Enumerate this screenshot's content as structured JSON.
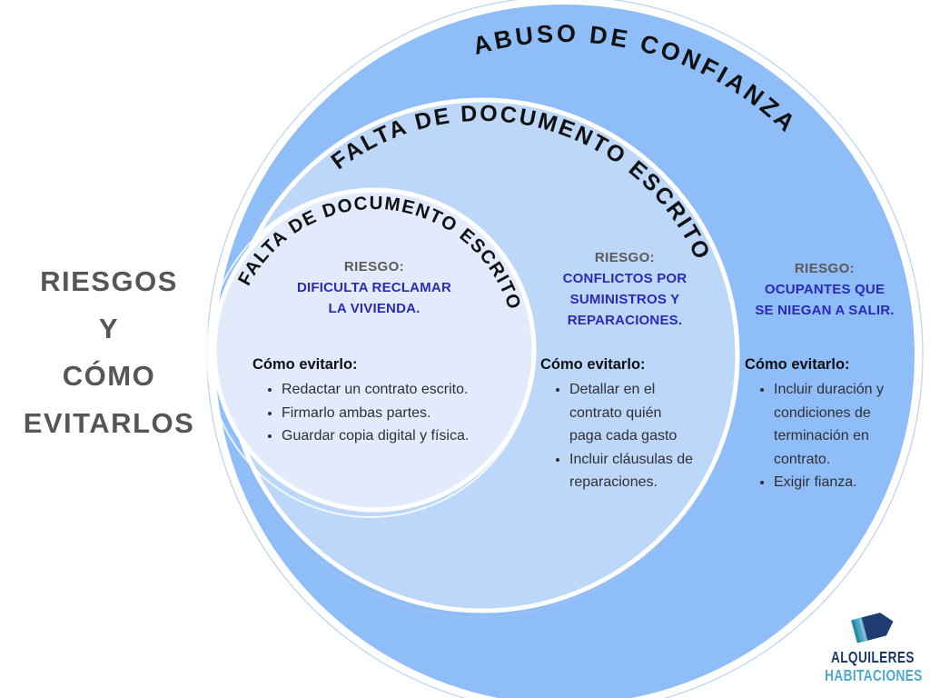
{
  "title": "RIESGOS\nY\nCÓMO\nEVITARLOS",
  "rings": [
    {
      "label": "FALTA DE DOCUMENTO ESCRITO",
      "risk_label": "RIESGO:",
      "risk": "DIFICULTA RECLAMAR\nLA VIVIENDA.",
      "avoid_label": "Cómo evitarlo:",
      "bullets": [
        "Redactar un contrato escrito.",
        "Firmarlo ambas partes.",
        "Guardar copia digital y física."
      ]
    },
    {
      "label": "FALTA DE DOCUMENTO ESCRITO",
      "risk_label": "RIESGO:",
      "risk": "CONFLICTOS POR\nSUMINISTROS Y\nREPARACIONES.",
      "avoid_label": "Cómo evitarlo:",
      "bullets": [
        "Detallar en el\ncontrato quién\npaga cada gasto",
        "Incluir cláusulas de\nreparaciones."
      ]
    },
    {
      "label": "ABUSO DE CONFIANZA",
      "risk_label": "RIESGO:",
      "risk": "OCUPANTES QUE\nSE NIEGAN A SALIR.",
      "avoid_label": "Cómo evitarlo:",
      "bullets": [
        "Incluir duración y\ncondiciones de\nterminación en\ncontrato.",
        "Exigir fianza."
      ]
    }
  ],
  "logo": {
    "name": "ALQUILERES",
    "subname": "HABITACIONES",
    "icon": "layered-house-icon"
  },
  "colors": {
    "outer_circle": "#8fbdf7",
    "middle_circle": "#bdd7f9",
    "inner_circle": "#e2ebfb",
    "ring_border": "#ffffff",
    "curved_label_text": "#111111",
    "risk_heading": "#5a5a5a",
    "risk_text": "#2c2ab4",
    "body_text": "#2f2f35",
    "title_text": "#55565a",
    "logo_primary": "#1d3968",
    "logo_secondary": "#4da9cc"
  }
}
